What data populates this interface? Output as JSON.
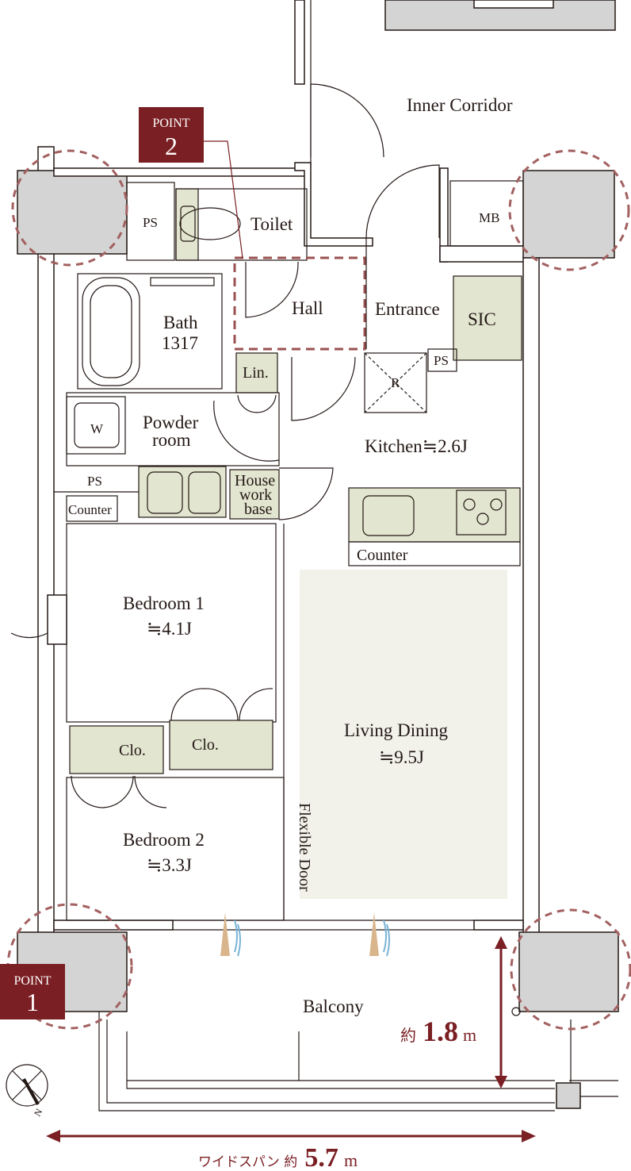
{
  "rooms": {
    "inner_corridor": "Inner Corridor",
    "ps_top": "PS",
    "toilet": "Toilet",
    "mb": "MB",
    "hall": "Hall",
    "entrance": "Entrance",
    "sic": "SIC",
    "bath_line1": "Bath",
    "bath_line2": "1317",
    "lin": "Lin.",
    "ps_kitchen": "PS",
    "refrigerator": "R",
    "washer": "W",
    "powder_line1": "Powder",
    "powder_line2": "room",
    "kitchen": "Kitchen≒2.6J",
    "ps_mid": "PS",
    "counter_left": "Counter",
    "housework_line1": "House",
    "housework_line2": "work",
    "housework_line3": "base",
    "counter_kitchen": "Counter",
    "bedroom1": "Bedroom 1",
    "bedroom1_size": "≒4.1J",
    "living": "Living Dining",
    "living_size": "≒9.5J",
    "clo1": "Clo.",
    "clo2": "Clo.",
    "flexible_door": "Flexible Door",
    "bedroom2": "Bedroom 2",
    "bedroom2_size": "≒3.3J",
    "balcony": "Balcony"
  },
  "points": {
    "point2_word": "POINT",
    "point2_num": "2",
    "point1_word": "POINT",
    "point1_num": "1"
  },
  "dimensions": {
    "balcony_prefix": "約",
    "balcony_value": "1.8",
    "balcony_unit": "m",
    "span_prefix": "ワイドスパン 約",
    "span_value": "5.7",
    "span_unit": "m"
  },
  "compass": {
    "north": "N"
  },
  "colors": {
    "accent": "#7a1f23",
    "dashed_marker": "#a36060",
    "fixture_fill": "#e2e5cf",
    "column_fill": "#d3d4d3",
    "living_floor": "#f2f2ea"
  }
}
